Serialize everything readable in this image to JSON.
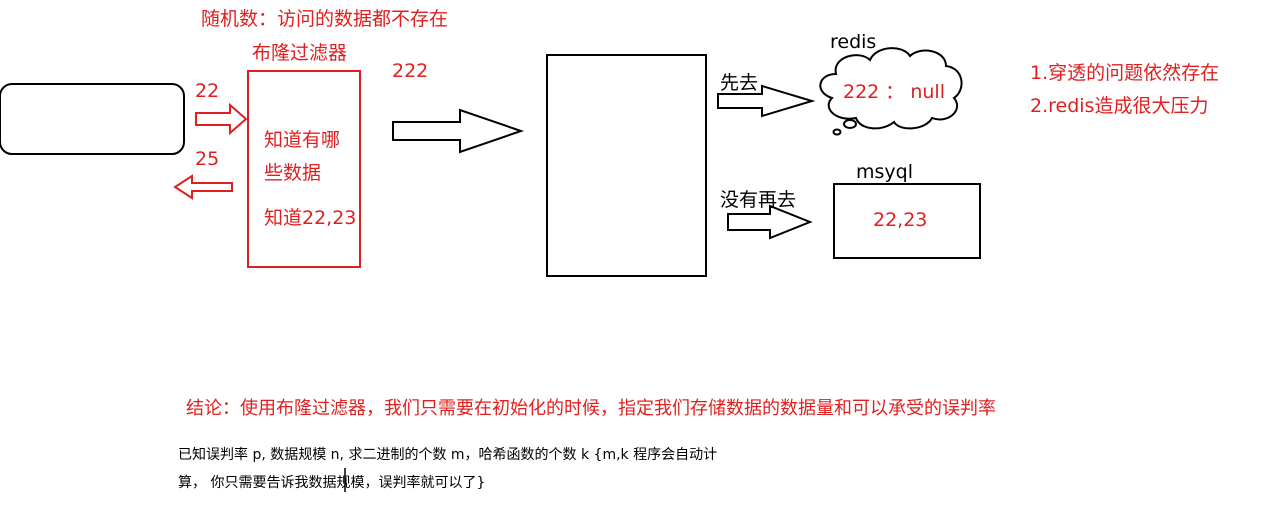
{
  "title": "随机数：访问的数据都不存在",
  "bloom_filter": {
    "title": "布隆过滤器",
    "text_line1": "知道有哪",
    "text_line2": "些数据",
    "known": "知道22,23"
  },
  "client": {
    "request_value": "22",
    "response_value": "25"
  },
  "request_label": "222",
  "redis": {
    "label": "redis",
    "cloud_text": "222 ： null",
    "arrow_label": "先去"
  },
  "mysql": {
    "label": "msyql",
    "value": "22,23",
    "arrow_label": "没有再去"
  },
  "problems": [
    "1.穿透的问题依然存在",
    "2.redis造成很大压力"
  ],
  "conclusion": "结论：使用布隆过滤器，我们只需要在初始化的时候，指定我们存储数据的数据量和可以承受的误判率",
  "notes": {
    "line1": "已知误判率 p, 数据规模 n, 求二进制的个数 m，哈希函数的个数 k {m,k 程序会自动计",
    "line2": "算， 你只需要告诉我数据规模，误判率就可以了}"
  },
  "colors": {
    "annotation": "#e02020",
    "line": "#000000"
  }
}
